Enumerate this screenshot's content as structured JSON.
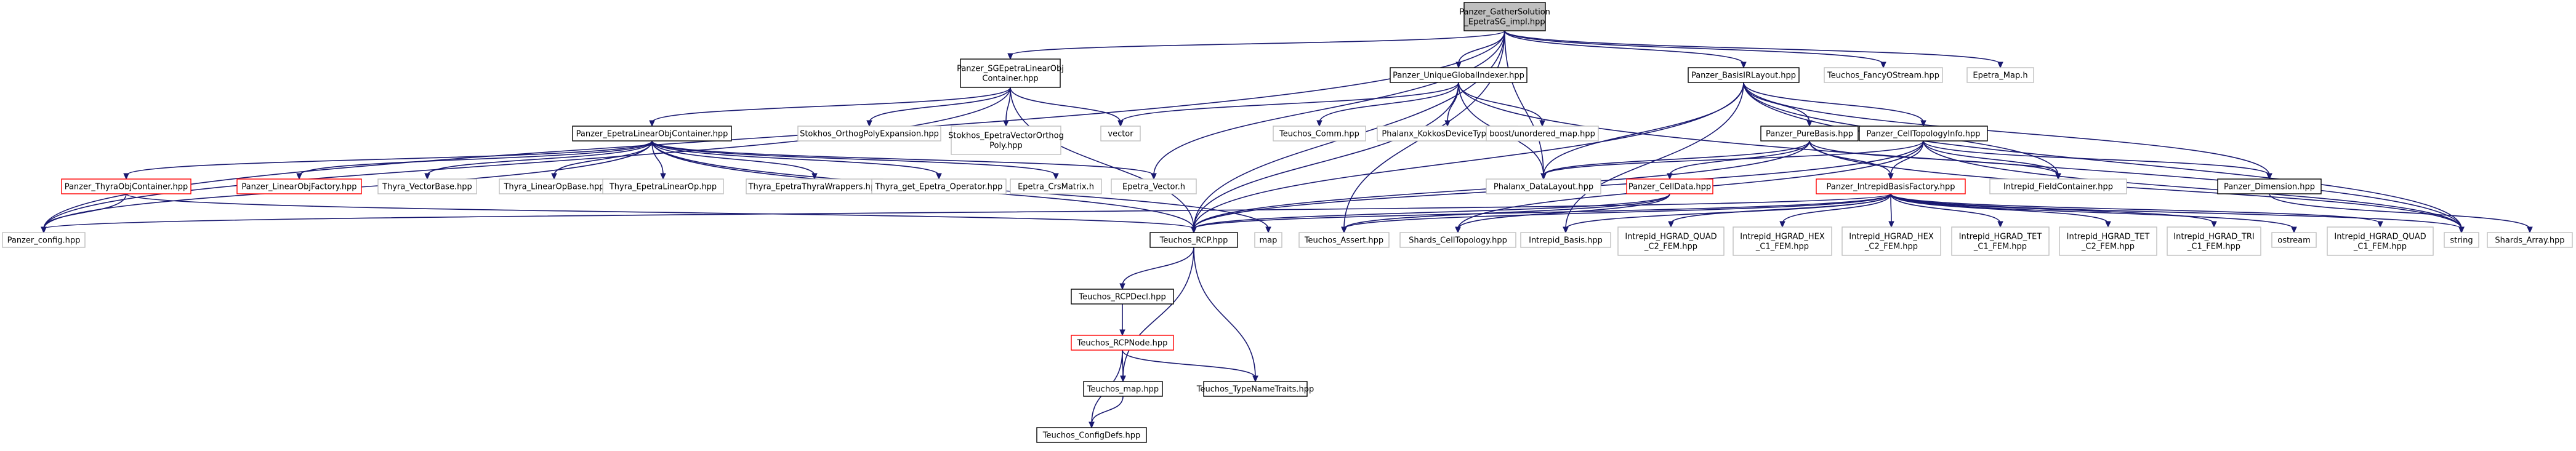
{
  "styles": {
    "edge_color": "#191970",
    "default_border": "#000000",
    "missing_border": "#ff0000",
    "external_border": "#bfbfbf",
    "root_fill": "#bfbfbf",
    "default_fill": "#ffffff"
  },
  "nodes": [
    {
      "id": "root",
      "label": [
        "Panzer_GatherSolution",
        "_EpetraSG_impl.hpp"
      ],
      "kind": "root"
    },
    {
      "id": "sgcont",
      "label": [
        "Panzer_SGEpetraLinearObj",
        "Container.hpp"
      ],
      "kind": "default"
    },
    {
      "id": "ugi",
      "label": [
        "Panzer_UniqueGlobalIndexer.hpp"
      ],
      "kind": "default"
    },
    {
      "id": "bilayout",
      "label": [
        "Panzer_BasisIRLayout.hpp"
      ],
      "kind": "default"
    },
    {
      "id": "fancy",
      "label": [
        "Teuchos_FancyOStream.hpp"
      ],
      "kind": "external"
    },
    {
      "id": "emap",
      "label": [
        "Epetra_Map.h"
      ],
      "kind": "external"
    },
    {
      "id": "elcont",
      "label": [
        "Panzer_EpetraLinearObjContainer.hpp"
      ],
      "kind": "default"
    },
    {
      "id": "stokopx",
      "label": [
        "Stokhos_OrthogPolyExpansion.hpp"
      ],
      "kind": "external"
    },
    {
      "id": "stokvec",
      "label": [
        "Stokhos_EpetraVectorOrthog",
        "Poly.hpp"
      ],
      "kind": "external"
    },
    {
      "id": "vector",
      "label": [
        "vector"
      ],
      "kind": "external"
    },
    {
      "id": "tcomm",
      "label": [
        "Teuchos_Comm.hpp"
      ],
      "kind": "external"
    },
    {
      "id": "phalkok",
      "label": [
        "Phalanx_KokkosDeviceTypes.hpp"
      ],
      "kind": "external"
    },
    {
      "id": "boostmap",
      "label": [
        "boost/unordered_map.hpp"
      ],
      "kind": "external"
    },
    {
      "id": "purebasis",
      "label": [
        "Panzer_PureBasis.hpp"
      ],
      "kind": "default"
    },
    {
      "id": "celltopo",
      "label": [
        "Panzer_CellTopologyInfo.hpp"
      ],
      "kind": "default"
    },
    {
      "id": "dimension",
      "label": [
        "Panzer_Dimension.hpp"
      ],
      "kind": "default"
    },
    {
      "id": "thyracont",
      "label": [
        "Panzer_ThyraObjContainer.hpp"
      ],
      "kind": "missing"
    },
    {
      "id": "linobjfac",
      "label": [
        "Panzer_LinearObjFactory.hpp"
      ],
      "kind": "missing"
    },
    {
      "id": "thvb",
      "label": [
        "Thyra_VectorBase.hpp"
      ],
      "kind": "external"
    },
    {
      "id": "thlob",
      "label": [
        "Thyra_LinearOpBase.hpp"
      ],
      "kind": "external"
    },
    {
      "id": "thelo",
      "label": [
        "Thyra_EpetraLinearOp.hpp"
      ],
      "kind": "external"
    },
    {
      "id": "thetw",
      "label": [
        "Thyra_EpetraThyraWrappers.hpp"
      ],
      "kind": "external"
    },
    {
      "id": "thgeo",
      "label": [
        "Thyra_get_Epetra_Operator.hpp"
      ],
      "kind": "external"
    },
    {
      "id": "ecrs",
      "label": [
        "Epetra_CrsMatrix.h"
      ],
      "kind": "external"
    },
    {
      "id": "evec",
      "label": [
        "Epetra_Vector.h"
      ],
      "kind": "external"
    },
    {
      "id": "phdl",
      "label": [
        "Phalanx_DataLayout.hpp"
      ],
      "kind": "external"
    },
    {
      "id": "celldata",
      "label": [
        "Panzer_CellData.hpp"
      ],
      "kind": "missing"
    },
    {
      "id": "ibfac",
      "label": [
        "Panzer_IntrepidBasisFactory.hpp"
      ],
      "kind": "missing"
    },
    {
      "id": "ifc",
      "label": [
        "Intrepid_FieldContainer.hpp"
      ],
      "kind": "external"
    },
    {
      "id": "pconfig",
      "label": [
        "Panzer_config.hpp"
      ],
      "kind": "external"
    },
    {
      "id": "rcp",
      "label": [
        "Teuchos_RCP.hpp"
      ],
      "kind": "default"
    },
    {
      "id": "map",
      "label": [
        "map"
      ],
      "kind": "external"
    },
    {
      "id": "tassert",
      "label": [
        "Teuchos_Assert.hpp"
      ],
      "kind": "external"
    },
    {
      "id": "shctopo",
      "label": [
        "Shards_CellTopology.hpp"
      ],
      "kind": "external"
    },
    {
      "id": "ibasis",
      "label": [
        "Intrepid_Basis.hpp"
      ],
      "kind": "external"
    },
    {
      "id": "hq2",
      "label": [
        "Intrepid_HGRAD_QUAD",
        "_C2_FEM.hpp"
      ],
      "kind": "external"
    },
    {
      "id": "hh1",
      "label": [
        "Intrepid_HGRAD_HEX",
        "_C1_FEM.hpp"
      ],
      "kind": "external"
    },
    {
      "id": "hh2",
      "label": [
        "Intrepid_HGRAD_HEX",
        "_C2_FEM.hpp"
      ],
      "kind": "external"
    },
    {
      "id": "ht1",
      "label": [
        "Intrepid_HGRAD_TET",
        "_C1_FEM.hpp"
      ],
      "kind": "external"
    },
    {
      "id": "ht2",
      "label": [
        "Intrepid_HGRAD_TET",
        "_C2_FEM.hpp"
      ],
      "kind": "external"
    },
    {
      "id": "htri",
      "label": [
        "Intrepid_HGRAD_TRI",
        "_C1_FEM.hpp"
      ],
      "kind": "external"
    },
    {
      "id": "ostream",
      "label": [
        "ostream"
      ],
      "kind": "external"
    },
    {
      "id": "hq1",
      "label": [
        "Intrepid_HGRAD_QUAD",
        "_C1_FEM.hpp"
      ],
      "kind": "external"
    },
    {
      "id": "string",
      "label": [
        "string"
      ],
      "kind": "external"
    },
    {
      "id": "sharr",
      "label": [
        "Shards_Array.hpp"
      ],
      "kind": "external"
    },
    {
      "id": "rcpdecl",
      "label": [
        "Teuchos_RCPDecl.hpp"
      ],
      "kind": "default"
    },
    {
      "id": "rcpnode",
      "label": [
        "Teuchos_RCPNode.hpp"
      ],
      "kind": "missing"
    },
    {
      "id": "tmap",
      "label": [
        "Teuchos_map.hpp"
      ],
      "kind": "default"
    },
    {
      "id": "ttnt",
      "label": [
        "Teuchos_TypeNameTraits.hpp"
      ],
      "kind": "default"
    },
    {
      "id": "tcfg",
      "label": [
        "Teuchos_ConfigDefs.hpp"
      ],
      "kind": "default"
    }
  ],
  "edges": [
    [
      "root",
      "sgcont"
    ],
    [
      "root",
      "ugi"
    ],
    [
      "root",
      "bilayout"
    ],
    [
      "root",
      "fancy"
    ],
    [
      "root",
      "emap"
    ],
    [
      "root",
      "evec"
    ],
    [
      "root",
      "phdl"
    ],
    [
      "root",
      "rcp"
    ],
    [
      "root",
      "tassert"
    ],
    [
      "root",
      "pconfig"
    ],
    [
      "sgcont",
      "elcont"
    ],
    [
      "sgcont",
      "stokopx"
    ],
    [
      "sgcont",
      "stokvec"
    ],
    [
      "sgcont",
      "vector"
    ],
    [
      "sgcont",
      "rcp"
    ],
    [
      "sgcont",
      "pconfig"
    ],
    [
      "ugi",
      "vector"
    ],
    [
      "ugi",
      "tcomm"
    ],
    [
      "ugi",
      "phalkok"
    ],
    [
      "ugi",
      "boostmap"
    ],
    [
      "ugi",
      "rcp"
    ],
    [
      "ugi",
      "string"
    ],
    [
      "ugi",
      "phdl"
    ],
    [
      "bilayout",
      "purebasis"
    ],
    [
      "bilayout",
      "celltopo"
    ],
    [
      "bilayout",
      "dimension"
    ],
    [
      "bilayout",
      "ifc"
    ],
    [
      "bilayout",
      "phdl"
    ],
    [
      "bilayout",
      "rcp"
    ],
    [
      "bilayout",
      "string"
    ],
    [
      "bilayout",
      "ibasis"
    ],
    [
      "elcont",
      "thyracont"
    ],
    [
      "elcont",
      "linobjfac"
    ],
    [
      "elcont",
      "thvb"
    ],
    [
      "elcont",
      "thlob"
    ],
    [
      "elcont",
      "thelo"
    ],
    [
      "elcont",
      "thetw"
    ],
    [
      "elcont",
      "thgeo"
    ],
    [
      "elcont",
      "ecrs"
    ],
    [
      "elcont",
      "evec"
    ],
    [
      "elcont",
      "map"
    ],
    [
      "elcont",
      "rcp"
    ],
    [
      "elcont",
      "pconfig"
    ],
    [
      "thyracont",
      "pconfig"
    ],
    [
      "thyracont",
      "rcp"
    ],
    [
      "purebasis",
      "phdl"
    ],
    [
      "purebasis",
      "celldata"
    ],
    [
      "purebasis",
      "ibfac"
    ],
    [
      "purebasis",
      "ifc"
    ],
    [
      "purebasis",
      "rcp"
    ],
    [
      "purebasis",
      "string"
    ],
    [
      "celltopo",
      "dimension"
    ],
    [
      "celltopo",
      "ifc"
    ],
    [
      "celltopo",
      "phdl"
    ],
    [
      "celltopo",
      "shctopo"
    ],
    [
      "celltopo",
      "rcp"
    ],
    [
      "celltopo",
      "string"
    ],
    [
      "celltopo",
      "ibfac"
    ],
    [
      "celldata",
      "shctopo"
    ],
    [
      "celldata",
      "tassert"
    ],
    [
      "celldata",
      "rcp"
    ],
    [
      "ibfac",
      "ibasis"
    ],
    [
      "ibfac",
      "hq2"
    ],
    [
      "ibfac",
      "hh1"
    ],
    [
      "ibfac",
      "hh2"
    ],
    [
      "ibfac",
      "ht1"
    ],
    [
      "ibfac",
      "ht2"
    ],
    [
      "ibfac",
      "htri"
    ],
    [
      "ibfac",
      "hq1"
    ],
    [
      "ibfac",
      "ostream"
    ],
    [
      "ibfac",
      "string"
    ],
    [
      "ibfac",
      "tassert"
    ],
    [
      "ibfac",
      "pconfig"
    ],
    [
      "ibfac",
      "rcp"
    ],
    [
      "dimension",
      "sharr"
    ],
    [
      "rcp",
      "rcpdecl"
    ],
    [
      "rcp",
      "tmap"
    ],
    [
      "rcp",
      "ttnt"
    ],
    [
      "rcpdecl",
      "rcpnode"
    ],
    [
      "rcpnode",
      "tmap"
    ],
    [
      "rcpnode",
      "ttnt"
    ],
    [
      "rcpnode",
      "tcfg"
    ],
    [
      "tmap",
      "tcfg"
    ]
  ]
}
